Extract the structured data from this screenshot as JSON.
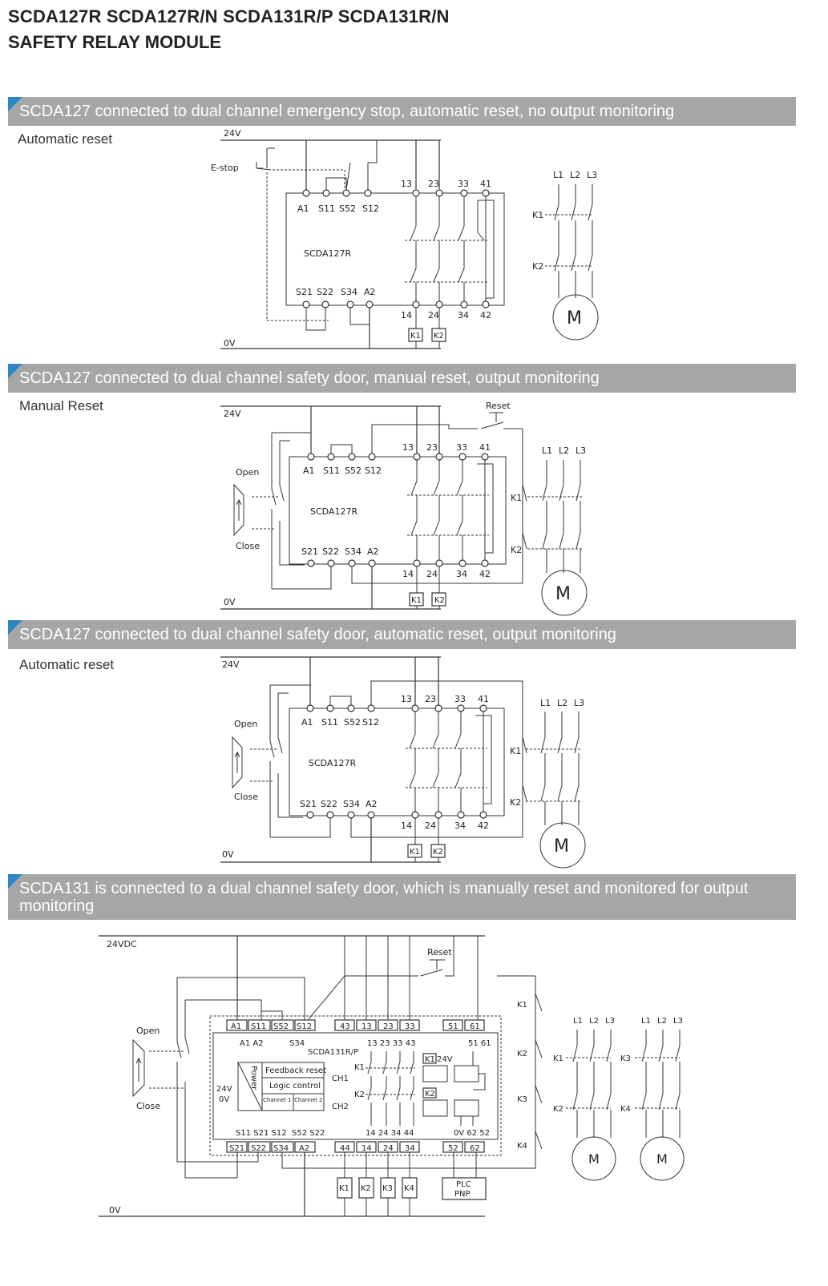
{
  "header": {
    "models": "SCDA127R  SCDA127R/N  SCDA131R/P  SCDA131R/N",
    "subtitle": "SAFETY RELAY MODULE"
  },
  "sections": [
    {
      "title": "SCDA127 connected to dual channel emergency stop, automatic reset, no output monitoring",
      "mode": "Automatic reset",
      "device": "SCDA127R",
      "supply_top": "24V",
      "supply_bottom": "0V",
      "estop_label": "E-stop",
      "top_terminals": [
        "A1",
        "S11",
        "S52",
        "S12"
      ],
      "bottom_terminals": [
        "S21",
        "S22",
        "S34",
        "A2"
      ],
      "output_top": [
        "13",
        "23",
        "33",
        "41"
      ],
      "output_bottom": [
        "14",
        "24",
        "34",
        "42"
      ],
      "coils": [
        "K1",
        "K2"
      ],
      "phases": [
        "L1",
        "L2",
        "L3"
      ],
      "contactors": [
        "K1",
        "K2"
      ],
      "motor": "M"
    },
    {
      "title": "SCDA127 connected to dual channel safety door, manual reset, output monitoring",
      "mode": "Manual Reset",
      "device": "SCDA127R",
      "supply_top": "24V",
      "supply_bottom": "0V",
      "reset_label": "Reset",
      "door_open": "Open",
      "door_close": "Close",
      "top_terminals": [
        "A1",
        "S11",
        "S52",
        "S12"
      ],
      "bottom_terminals": [
        "S21",
        "S22",
        "S34",
        "A2"
      ],
      "output_top": [
        "13",
        "23",
        "33",
        "41"
      ],
      "output_bottom": [
        "14",
        "24",
        "34",
        "42"
      ],
      "coils": [
        "K1",
        "K2"
      ],
      "phases": [
        "L1",
        "L2",
        "L3"
      ],
      "contactors": [
        "K1",
        "K2"
      ],
      "motor": "M"
    },
    {
      "title": "SCDA127 connected to dual channel safety door, automatic reset, output monitoring",
      "mode": "Automatic reset",
      "device": "SCDA127R",
      "supply_top": "24V",
      "supply_bottom": "0V",
      "door_open": "Open",
      "door_close": "Close",
      "top_terminals": [
        "A1",
        "S11",
        "S52",
        "S12"
      ],
      "bottom_terminals": [
        "S21",
        "S22",
        "S34",
        "A2"
      ],
      "output_top": [
        "13",
        "23",
        "33",
        "41"
      ],
      "output_bottom": [
        "14",
        "24",
        "34",
        "42"
      ],
      "coils": [
        "K1",
        "K2"
      ],
      "phases": [
        "L1",
        "L2",
        "L3"
      ],
      "contactors": [
        "K1",
        "K2"
      ],
      "motor": "M"
    },
    {
      "title_line1": "SCDA131 is connected to a dual channel safety door, which is manually reset and monitored for output",
      "title_line2": "monitoring",
      "device": "SCDA131R/P",
      "supply_top": "24VDC",
      "supply_bottom": "0V",
      "reset_label": "Reset",
      "door_open": "Open",
      "door_close": "Close",
      "top_blocks_left": [
        "A1",
        "S11",
        "S52",
        "S12"
      ],
      "top_blocks_mid": [
        "43",
        "13",
        "23",
        "33"
      ],
      "top_blocks_right": [
        "51",
        "61"
      ],
      "bottom_blocks_left": [
        "S21",
        "S22",
        "S34",
        "A2"
      ],
      "bottom_blocks_mid": [
        "44",
        "14",
        "24",
        "34"
      ],
      "bottom_blocks_right": [
        "52",
        "62"
      ],
      "inner_top_left": "A1 A2",
      "inner_top_s34": "S34",
      "inner_top_outputs": "13 23 33 43",
      "inner_top_right": "51  61",
      "inner_bottom_left": "S11 S21 S12",
      "inner_bottom_mid": "S52 S22",
      "inner_bottom_outputs": "14 24 34 44",
      "inner_bottom_right": "0V  62  52",
      "feedback_reset": "Feedback reset",
      "logic_control": "Logic control",
      "power": "Power",
      "ch1": "CH1",
      "ch2": "CH2",
      "channel1": "Channel 1",
      "channel2": "Channel 2",
      "k1": "K1",
      "k2": "K2",
      "v24": "24V",
      "v0": "0V",
      "out24": "24V",
      "coils": [
        "K1",
        "K2",
        "K3",
        "K4"
      ],
      "plc": "PLC",
      "pnp": "PNP",
      "side_contacts": [
        "K1",
        "K2",
        "K3",
        "K4"
      ],
      "phases_a": [
        "L1",
        "L2",
        "L3"
      ],
      "phases_b": [
        "L1",
        "L2",
        "L3"
      ],
      "contactors_a": [
        "K1",
        "K2"
      ],
      "contactors_b": [
        "K3",
        "K4"
      ],
      "motor": "M"
    }
  ]
}
